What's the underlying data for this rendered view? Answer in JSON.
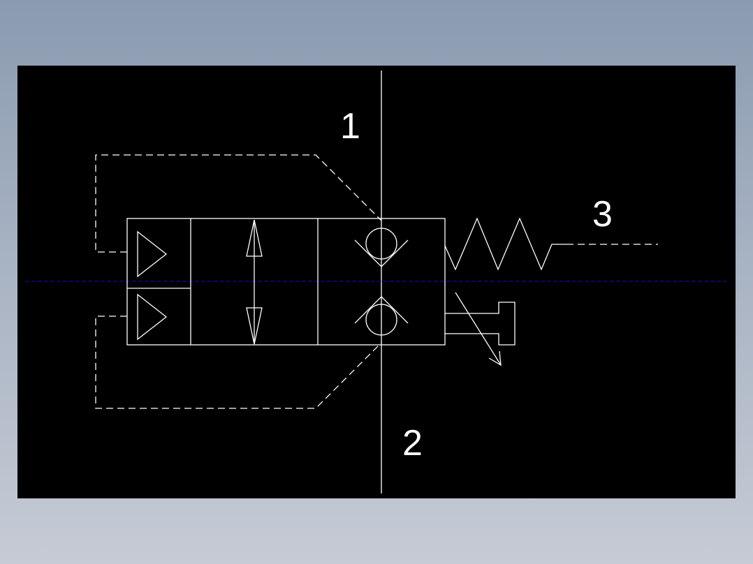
{
  "drawing": {
    "background_color": "#000000",
    "line_color": "#ffffff",
    "centerline_color": "#1010c8",
    "window_gradient": [
      "#8a9bb0",
      "#c6cbd5"
    ],
    "ports": {
      "port_1": "1",
      "port_2": "2",
      "port_3": "3"
    }
  }
}
